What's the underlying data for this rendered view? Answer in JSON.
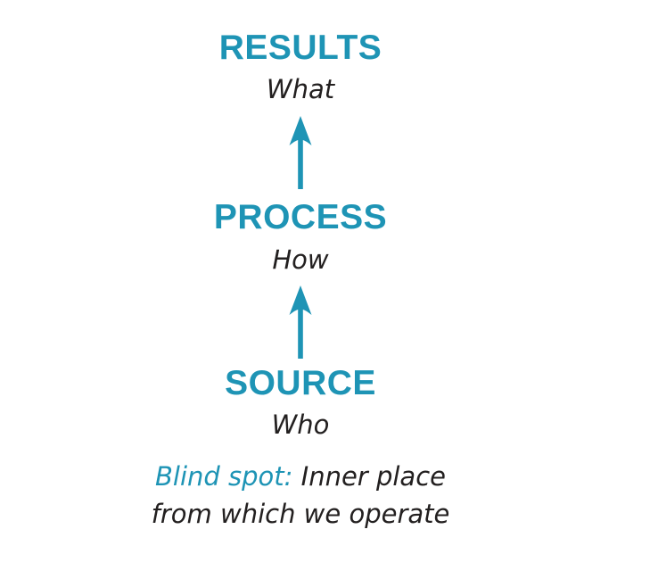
{
  "diagram": {
    "title_hint": "Blind spot of leadership diagram",
    "levels": [
      {
        "id": "results",
        "label": "RESULTS",
        "sublabel": "What"
      },
      {
        "id": "process",
        "label": "PROCESS",
        "sublabel": "How"
      },
      {
        "id": "source",
        "label": "SOURCE",
        "sublabel": "Who"
      }
    ],
    "arrows": [
      {
        "from": "source",
        "to": "process",
        "direction": "up"
      },
      {
        "from": "process",
        "to": "results",
        "direction": "up"
      }
    ],
    "caption": {
      "highlight": "Blind spot:",
      "line1_rest": " Inner place",
      "line2": "from which we operate"
    },
    "colors": {
      "accent": "#1E94B5",
      "text": "#232020",
      "background": "#FFFFFF"
    }
  }
}
